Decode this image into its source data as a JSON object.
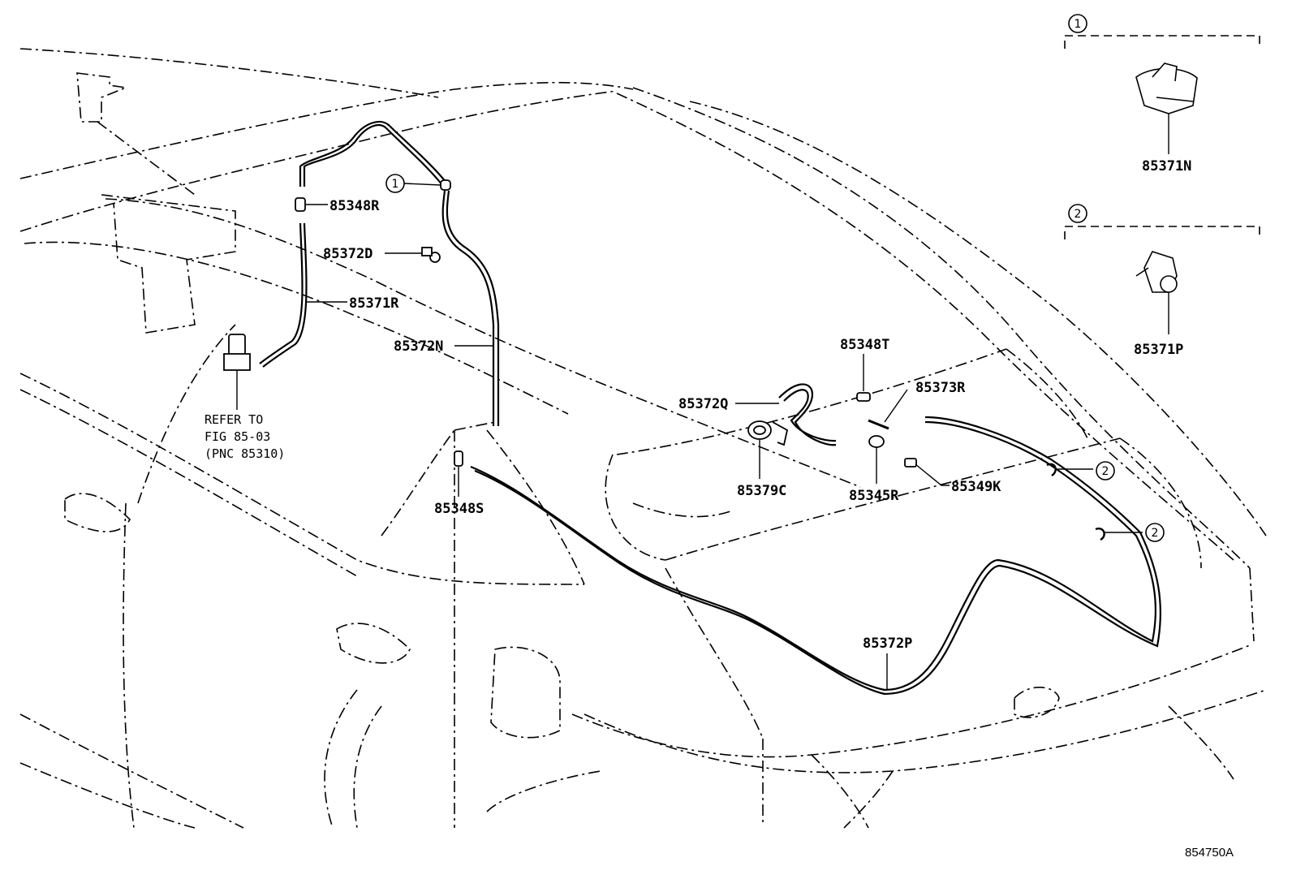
{
  "parts": {
    "p85348R": "85348R",
    "p85372D": "85372D",
    "p85371R": "85371R",
    "p85372N": "85372N",
    "p85348S": "85348S",
    "p85348T": "85348T",
    "p85373R": "85373R",
    "p85372Q": "85372Q",
    "p85379C": "85379C",
    "p85345R": "85345R",
    "p85349K": "85349K",
    "p85372P": "85372P",
    "p85371N": "85371N",
    "p85371P": "85371P"
  },
  "refer_note": {
    "line1": "REFER TO",
    "line2": "FIG 85-03",
    "line3": "(PNC 85310)"
  },
  "callouts": {
    "one": "1",
    "two": "2"
  },
  "drawing_code": "854750A"
}
